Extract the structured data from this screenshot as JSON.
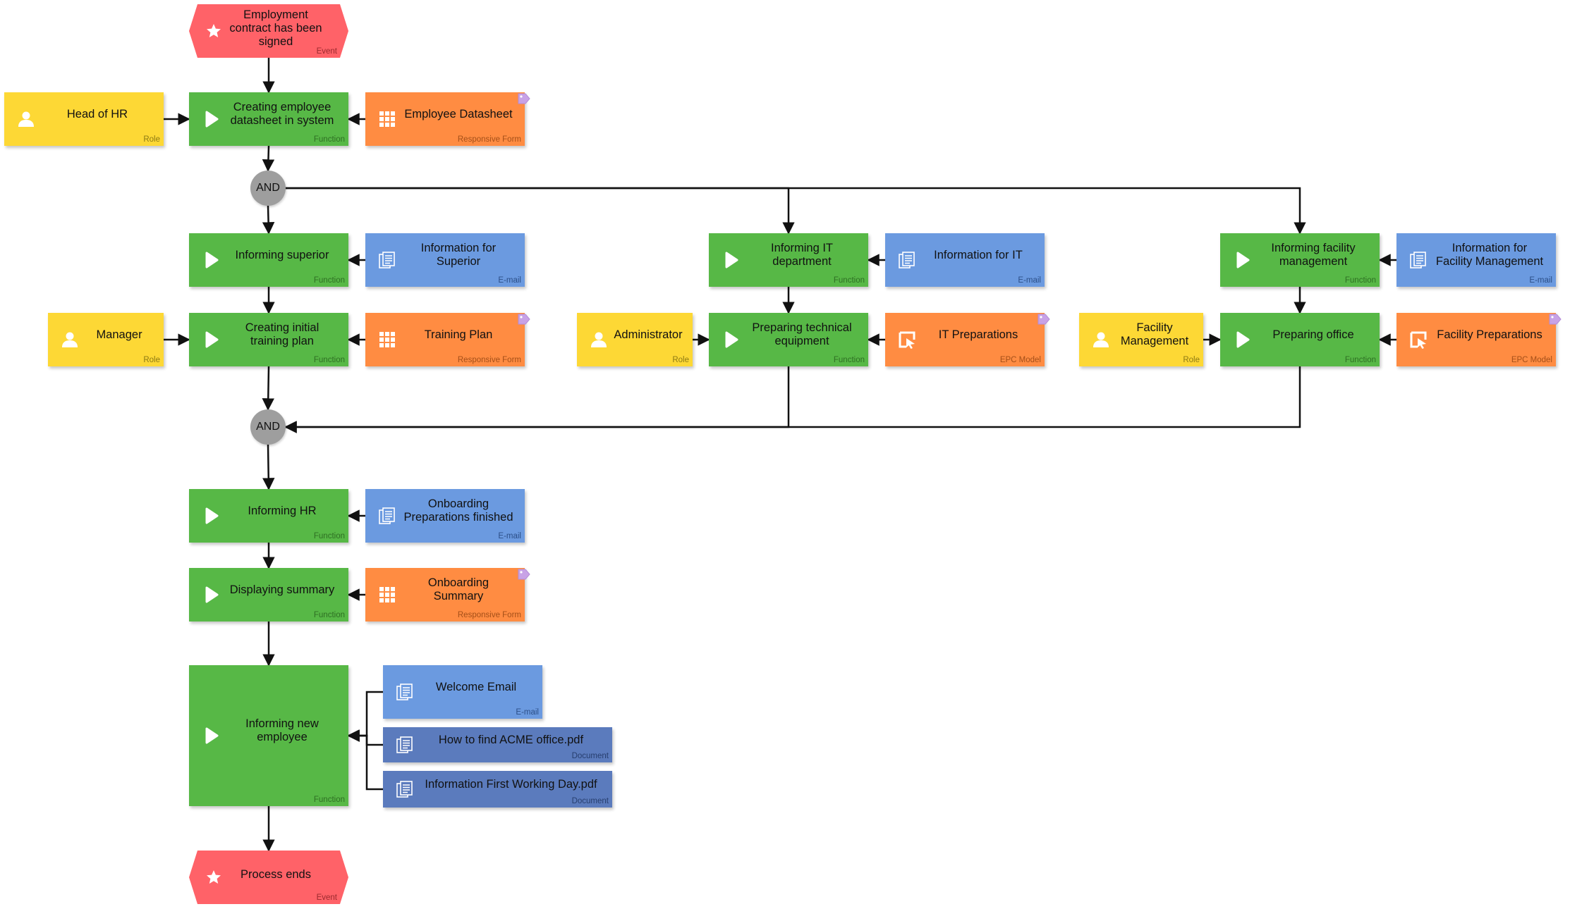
{
  "colors": {
    "function": "#57b846",
    "role": "#fdd835",
    "responsive_form": "#ff8c42",
    "epc_model": "#ff8c42",
    "email": "#6b9ae0",
    "document": "#5b7bbd",
    "event": "#ff6268",
    "gateway": "#9e9e9e",
    "connector": "#111111"
  },
  "types": {
    "event": "Event",
    "function": "Function",
    "role": "Role",
    "responsive_form": "Responsive Form",
    "email": "E-mail",
    "epc_model": "EPC Model",
    "document": "Document"
  },
  "nodes": {
    "ev_start": {
      "label": "Employment contract has been signed",
      "type": "Event",
      "icon": "star-icon"
    },
    "fn_create": {
      "label": "Creating employee datasheet in system",
      "type": "Function",
      "icon": "play-icon"
    },
    "role_hr": {
      "label": "Head of HR",
      "type": "Role",
      "icon": "person-icon"
    },
    "form_datasheet": {
      "label": "Employee Datasheet",
      "type": "Responsive Form",
      "icon": "grid-icon"
    },
    "fn_inf_sup": {
      "label": "Informing superior",
      "type": "Function",
      "icon": "play-icon"
    },
    "mail_sup": {
      "label": "Information for Superior",
      "type": "E-mail",
      "icon": "email-icon"
    },
    "fn_inf_it": {
      "label": "Informing IT department",
      "type": "Function",
      "icon": "play-icon"
    },
    "mail_it": {
      "label": "Information for IT",
      "type": "E-mail",
      "icon": "email-icon"
    },
    "fn_inf_fm": {
      "label": "Informing facility management",
      "type": "Function",
      "icon": "play-icon"
    },
    "mail_fm": {
      "label": "Information for Facility Management",
      "type": "E-mail",
      "icon": "email-icon"
    },
    "role_manager": {
      "label": "Manager",
      "type": "Role",
      "icon": "person-icon"
    },
    "fn_training": {
      "label": "Creating initial training plan",
      "type": "Function",
      "icon": "play-icon"
    },
    "form_training": {
      "label": "Training Plan",
      "type": "Responsive Form",
      "icon": "grid-icon"
    },
    "role_admin": {
      "label": "Administrator",
      "type": "Role",
      "icon": "person-icon"
    },
    "fn_tech": {
      "label": "Preparing technical equipment",
      "type": "Function",
      "icon": "play-icon"
    },
    "epc_it": {
      "label": "IT Preparations",
      "type": "EPC Model",
      "icon": "epc-icon"
    },
    "role_fm": {
      "label": "Facility Management",
      "type": "Role",
      "icon": "person-icon"
    },
    "fn_office": {
      "label": "Preparing office",
      "type": "Function",
      "icon": "play-icon"
    },
    "epc_fm": {
      "label": "Facility Preparations",
      "type": "EPC Model",
      "icon": "epc-icon"
    },
    "fn_inf_hr": {
      "label": "Informing HR",
      "type": "Function",
      "icon": "play-icon"
    },
    "mail_hr": {
      "label": "Onboarding Preparations finished",
      "type": "E-mail",
      "icon": "email-icon"
    },
    "fn_summary": {
      "label": "Displaying summary",
      "type": "Function",
      "icon": "play-icon"
    },
    "form_summary": {
      "label": "Onboarding Summary",
      "type": "Responsive Form",
      "icon": "grid-icon"
    },
    "fn_new_emp": {
      "label": "Informing new employee",
      "type": "Function",
      "icon": "play-icon"
    },
    "mail_welcome": {
      "label": "Welcome Email",
      "type": "E-mail",
      "icon": "email-icon"
    },
    "doc_find": {
      "label": "How to find ACME office.pdf",
      "type": "Document",
      "icon": "document-icon"
    },
    "doc_first": {
      "label": "Information First Working Day.pdf",
      "type": "Document",
      "icon": "document-icon"
    },
    "ev_end": {
      "label": "Process ends",
      "type": "Event",
      "icon": "star-icon"
    }
  },
  "gateways": {
    "gw_split": {
      "label": "AND"
    },
    "gw_join": {
      "label": "AND"
    }
  },
  "edges": [
    [
      "ev_start",
      "fn_create"
    ],
    [
      "role_hr",
      "fn_create"
    ],
    [
      "form_datasheet",
      "fn_create"
    ],
    [
      "fn_create",
      "gw_split"
    ],
    [
      "gw_split",
      "fn_inf_sup"
    ],
    [
      "gw_split",
      "fn_inf_it"
    ],
    [
      "gw_split",
      "fn_inf_fm"
    ],
    [
      "mail_sup",
      "fn_inf_sup"
    ],
    [
      "mail_it",
      "fn_inf_it"
    ],
    [
      "mail_fm",
      "fn_inf_fm"
    ],
    [
      "fn_inf_sup",
      "fn_training"
    ],
    [
      "fn_inf_it",
      "fn_tech"
    ],
    [
      "fn_inf_fm",
      "fn_office"
    ],
    [
      "role_manager",
      "fn_training"
    ],
    [
      "form_training",
      "fn_training"
    ],
    [
      "role_admin",
      "fn_tech"
    ],
    [
      "epc_it",
      "fn_tech"
    ],
    [
      "role_fm",
      "fn_office"
    ],
    [
      "epc_fm",
      "fn_office"
    ],
    [
      "fn_training",
      "gw_join"
    ],
    [
      "fn_tech",
      "gw_join"
    ],
    [
      "fn_office",
      "gw_join"
    ],
    [
      "gw_join",
      "fn_inf_hr"
    ],
    [
      "mail_hr",
      "fn_inf_hr"
    ],
    [
      "fn_inf_hr",
      "fn_summary"
    ],
    [
      "form_summary",
      "fn_summary"
    ],
    [
      "fn_summary",
      "fn_new_emp"
    ],
    [
      "mail_welcome",
      "fn_new_emp"
    ],
    [
      "doc_find",
      "fn_new_emp"
    ],
    [
      "doc_first",
      "fn_new_emp"
    ],
    [
      "fn_new_emp",
      "ev_end"
    ]
  ]
}
